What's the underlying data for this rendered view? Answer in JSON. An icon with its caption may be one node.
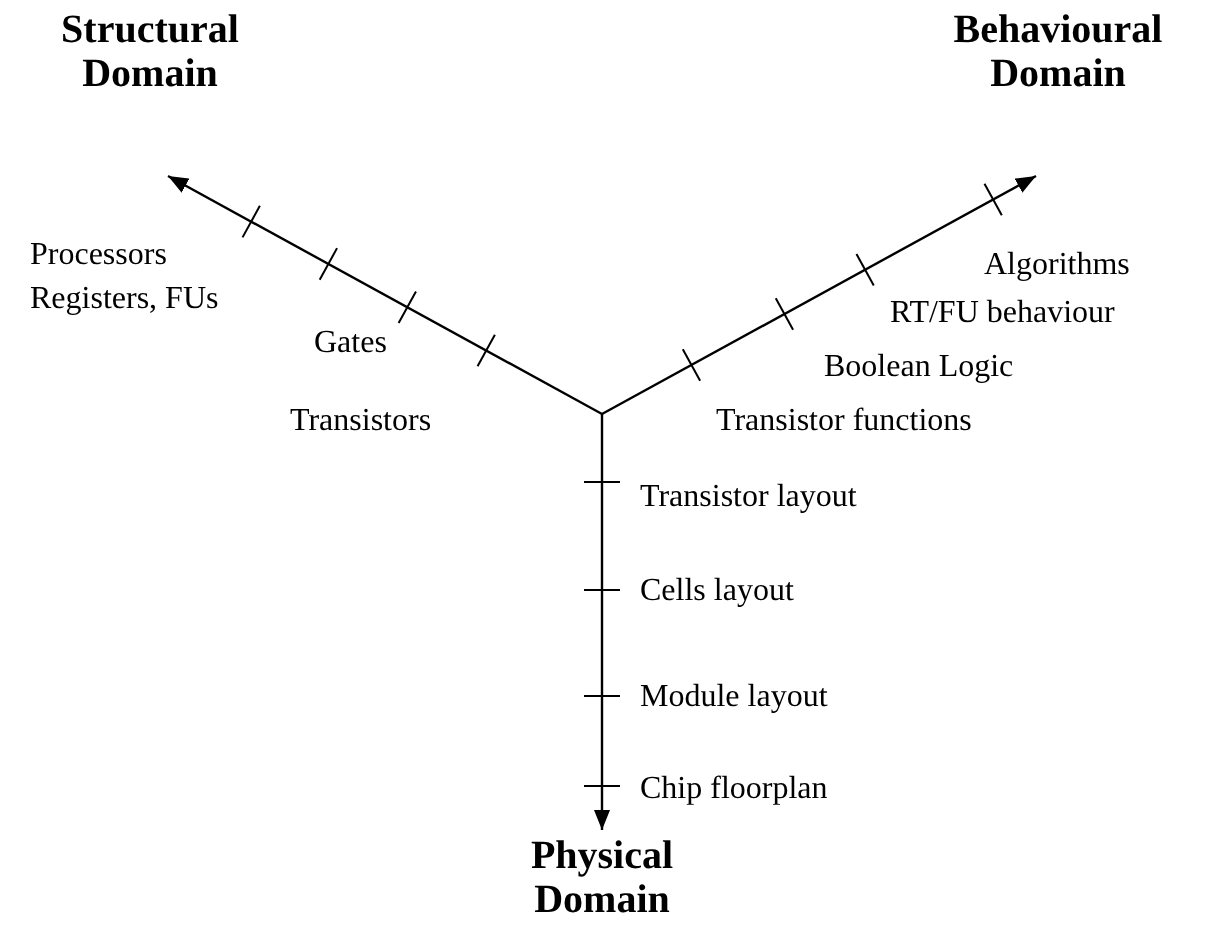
{
  "diagram": {
    "nodes": [
      {
        "text": [
          "Structural Domain"
        ]
      },
      {
        "text": [
          "Behavioural Domain"
        ]
      },
      {
        "text": [
          "Physical Domain"
        ]
      }
    ],
    "edges": [
      {
        "from": null,
        "to": 0,
        "arrow": "to"
      },
      {
        "from": null,
        "to": 1,
        "arrow": "to"
      },
      {
        "from": null,
        "to": 2,
        "arrow": "to"
      }
    ],
    "labels": [
      "Processors",
      "Registers, FUs",
      "Gates",
      "Transistors",
      "Algorithms",
      "RT/FU behaviour",
      "Boolean Logic",
      "Transistor functions",
      "Transistor layout",
      "Cells layout",
      "Module layout",
      "Chip floorplan"
    ]
  }
}
